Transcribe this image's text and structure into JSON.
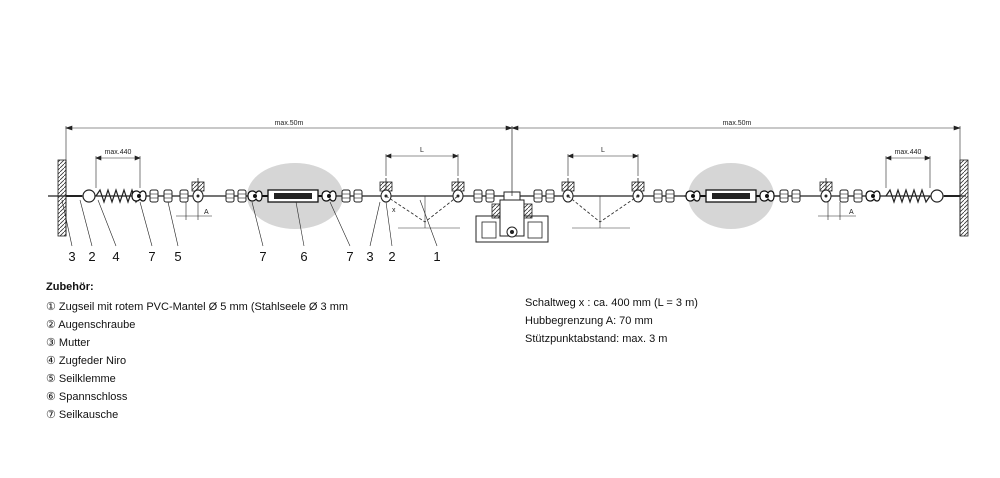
{
  "diagram": {
    "dimensions": {
      "span_left": "max.50m",
      "span_right": "max.50m",
      "spring_left": "max.440",
      "spring_right": "max.440",
      "L_left": "L",
      "L_right": "L",
      "A_left": "A",
      "A_right": "A",
      "x_mark": "x"
    },
    "part_numbers": [
      "3",
      "2",
      "4",
      "7",
      "5",
      "7",
      "6",
      "7",
      "3",
      "2",
      "1"
    ]
  },
  "legend": {
    "title": "Zubehör:",
    "items": [
      "① Zugseil mit rotem PVC-Mantel Ø 5 mm (Stahlseele Ø 3 mm",
      "② Augenschraube",
      "③ Mutter",
      "④ Zugfeder Niro",
      "⑤ Seilklemme",
      "⑥ Spannschloss",
      "⑦ Seilkausche"
    ]
  },
  "specs": [
    "Schaltweg x : ca. 400 mm (L = 3 m)",
    "Hubbegrenzung A: 70 mm",
    "Stützpunktabstand: max. 3 m"
  ]
}
